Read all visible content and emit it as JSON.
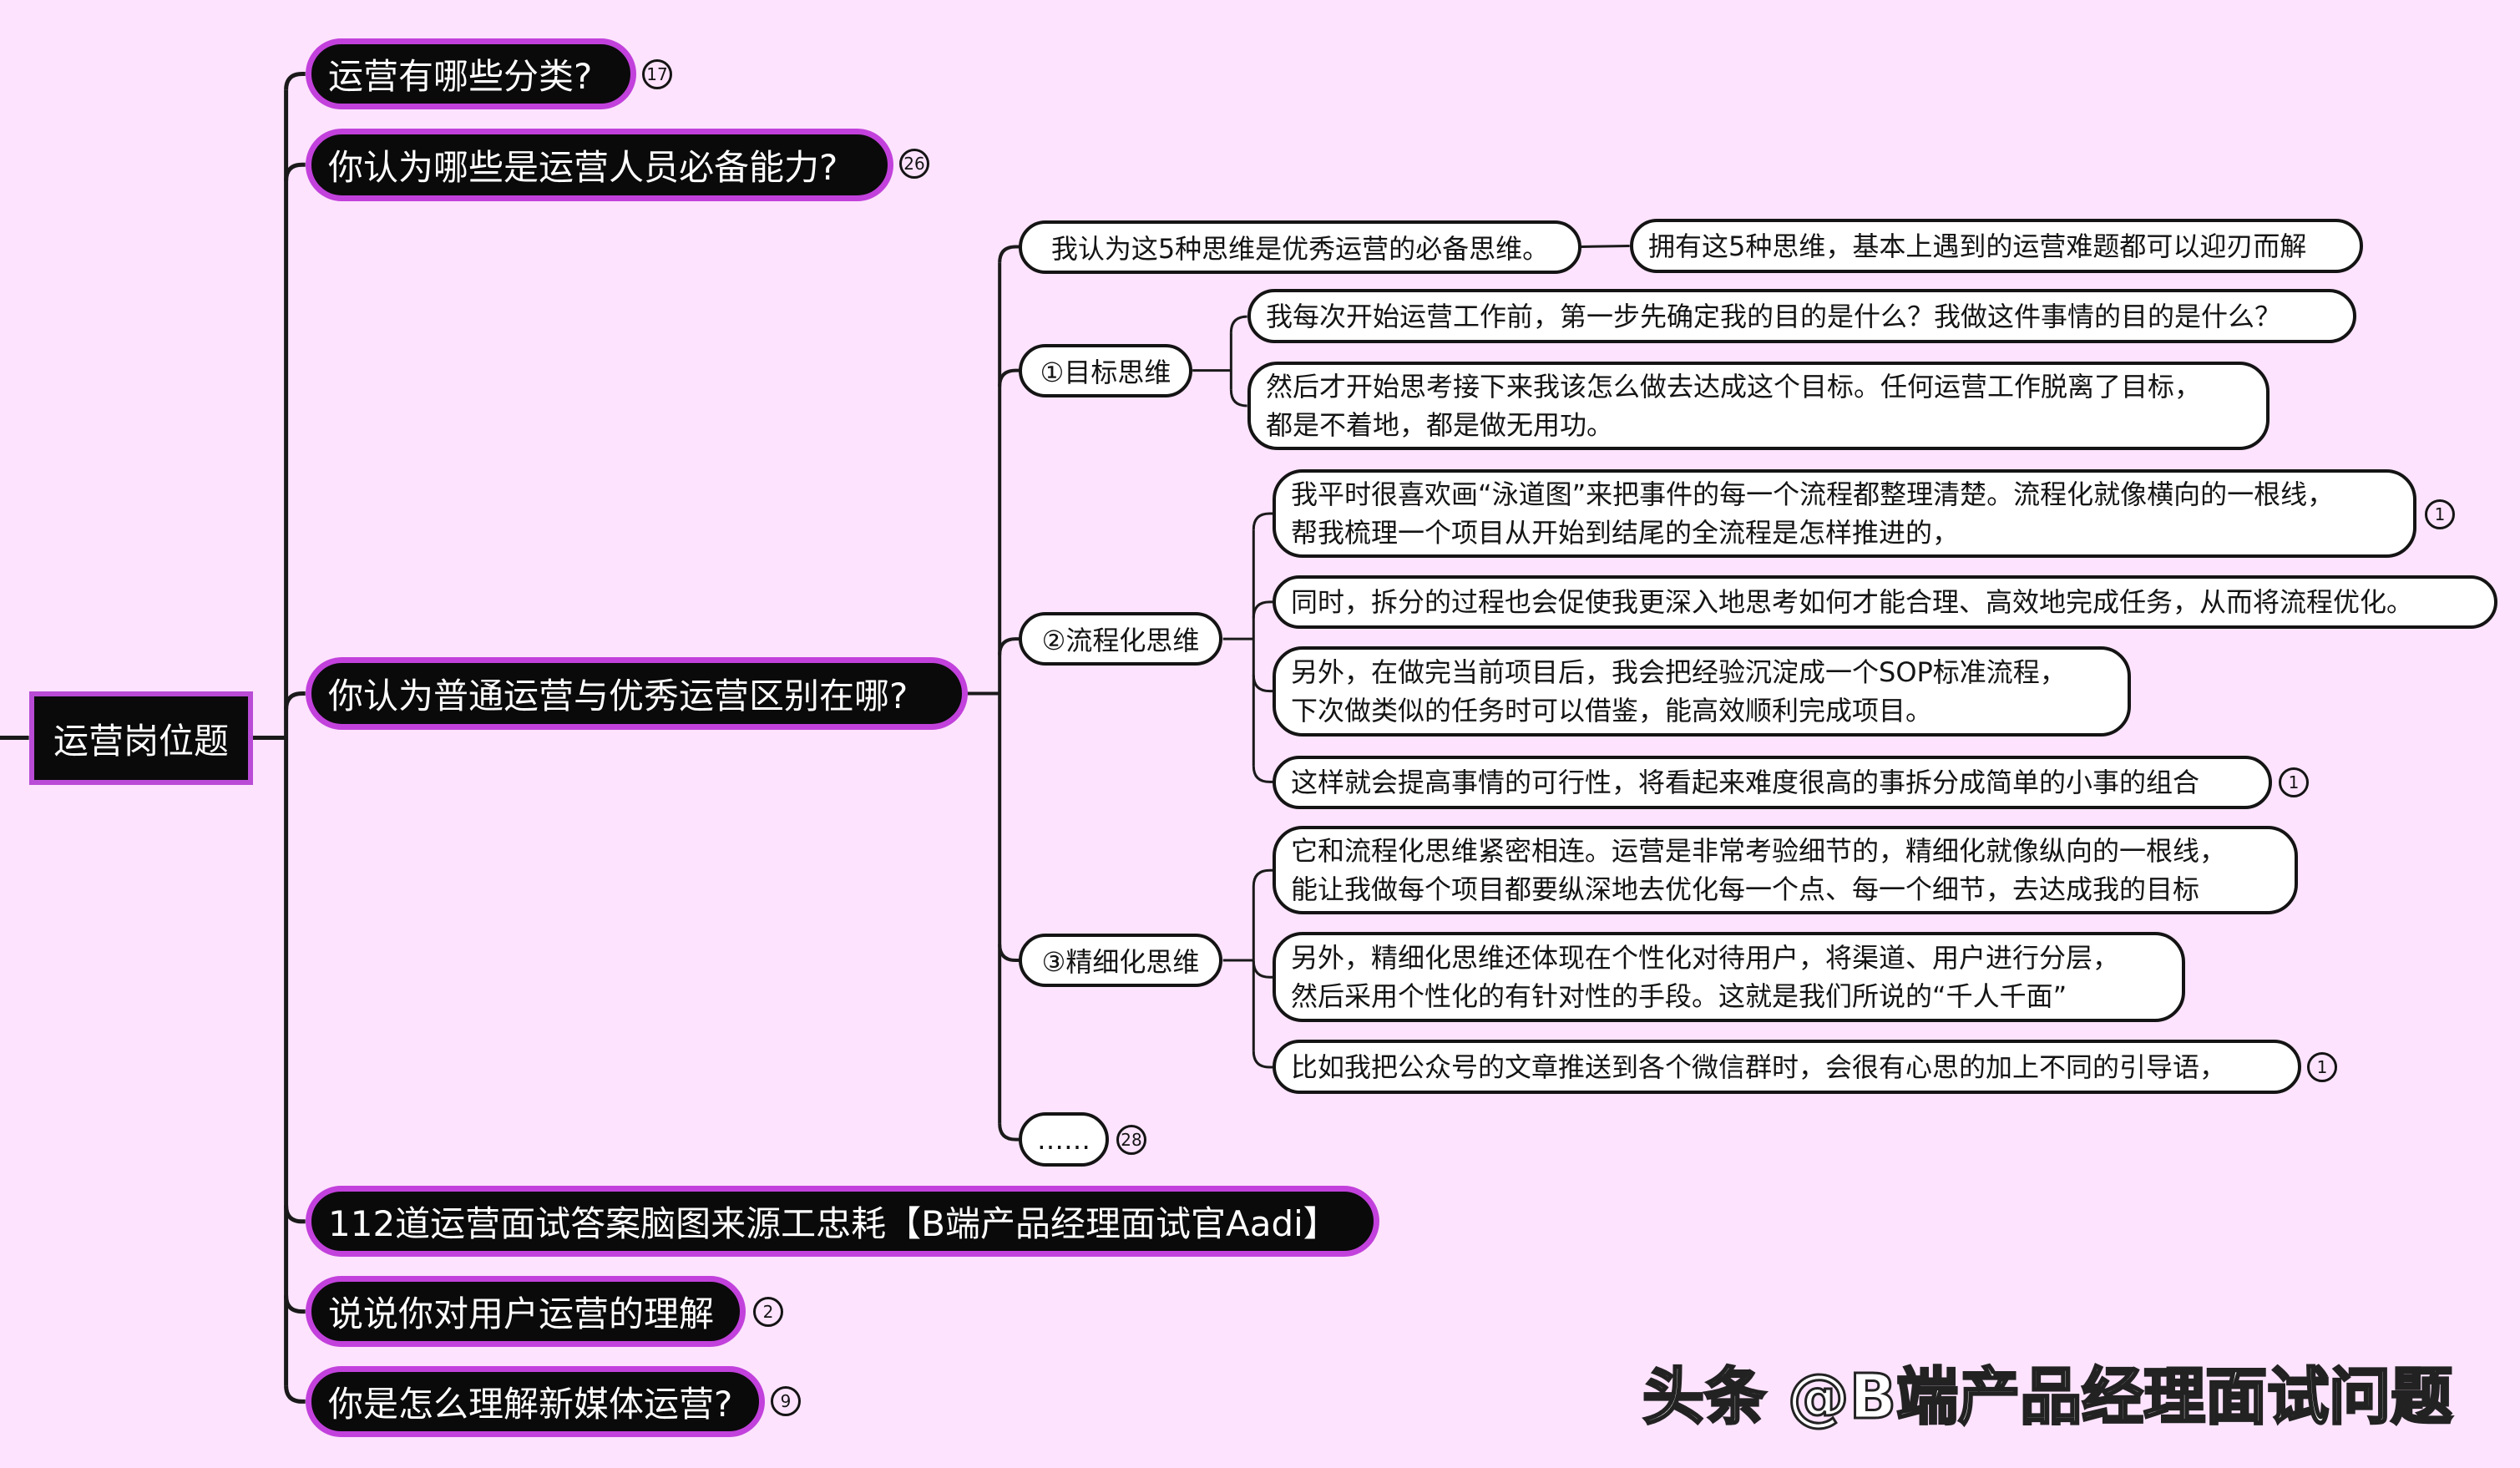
{
  "root": "运营岗位题",
  "topics": [
    {
      "label": "运营有哪些分类?",
      "badge": "17"
    },
    {
      "label": "你认为哪些是运营人员必备能力?",
      "badge": "26"
    },
    {
      "label": "你认为普通运营与优秀运营区别在哪?",
      "badge": ""
    },
    {
      "label": "112道运营面试答案脑图来源工忠耗【B端产品经理面试官Aadi】",
      "badge": ""
    },
    {
      "label": "说说你对用户运营的理解",
      "badge": "2"
    },
    {
      "label": "你是怎么理解新媒体运营?",
      "badge": "9"
    }
  ],
  "subtopics": [
    {
      "label": "我认为这5种思维是优秀运营的必备思维。",
      "badge": ""
    },
    {
      "label": "①目标思维",
      "badge": ""
    },
    {
      "label": "②流程化思维",
      "badge": ""
    },
    {
      "label": "③精细化思维",
      "badge": ""
    },
    {
      "label": "……",
      "badge": "28"
    }
  ],
  "leaves": [
    {
      "lines": [
        "拥有这5种思维，基本上遇到的运营难题都可以迎刃而解"
      ],
      "badge": ""
    },
    {
      "lines": [
        "我每次开始运营工作前，第一步先确定我的目的是什么？我做这件事情的目的是什么？"
      ],
      "badge": ""
    },
    {
      "lines": [
        "然后才开始思考接下来我该怎么做去达成这个目标。任何运营工作脱离了目标，",
        "都是不着地，都是做无用功。"
      ],
      "badge": ""
    },
    {
      "lines": [
        "我平时很喜欢画“泳道图”来把事件的每一个流程都整理清楚。流程化就像横向的一根线，",
        "帮我梳理一个项目从开始到结尾的全流程是怎样推进的，"
      ],
      "badge": "1"
    },
    {
      "lines": [
        "同时，拆分的过程也会促使我更深入地思考如何才能合理、高效地完成任务，从而将流程优化。"
      ],
      "badge": ""
    },
    {
      "lines": [
        "另外，在做完当前项目后，我会把经验沉淀成一个SOP标准流程，",
        "下次做类似的任务时可以借鉴，能高效顺利完成项目。"
      ],
      "badge": ""
    },
    {
      "lines": [
        "这样就会提高事情的可行性，将看起来难度很高的事拆分成简单的小事的组合"
      ],
      "badge": "1"
    },
    {
      "lines": [
        "它和流程化思维紧密相连。运营是非常考验细节的，精细化就像纵向的一根线，",
        "能让我做每个项目都要纵深地去优化每一个点、每一个细节，去达成我的目标"
      ],
      "badge": ""
    },
    {
      "lines": [
        "另外，精细化思维还体现在个性化对待用户，将渠道、用户进行分层，",
        "然后采用个性化的有针对性的手段。这就是我们所说的“千人千面”"
      ],
      "badge": ""
    },
    {
      "lines": [
        "比如我把公众号的文章推送到各个微信群时，会很有心思的加上不同的引导语，"
      ],
      "badge": "1"
    }
  ],
  "watermark": "头条 @B端产品经理面试问题",
  "colors": {
    "background": "#fde3fd",
    "accent": "#c241dc",
    "node_fill": "#0a0a0a",
    "connector": "#1a1a1a"
  }
}
